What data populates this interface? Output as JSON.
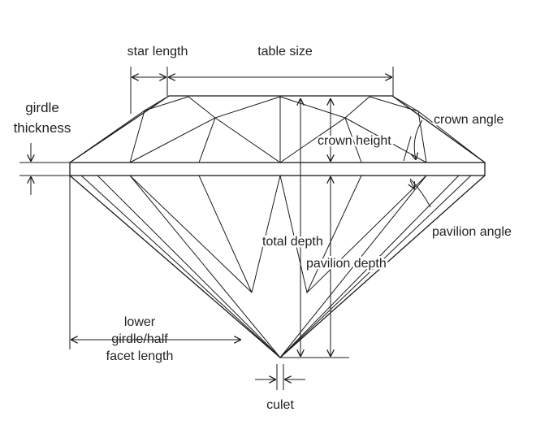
{
  "labels": {
    "star_length": "star length",
    "table_size": "table size",
    "girdle_thickness_1": "girdle",
    "girdle_thickness_2": "thickness",
    "crown_angle": "crown angle",
    "crown_height": "crown height",
    "pavilion_angle": "pavilion angle",
    "total_depth": "total depth",
    "pavilion_depth": "pavilion depth",
    "lower_girdle_1": "lower",
    "lower_girdle_2": "girdle/half",
    "lower_girdle_3": "facet length",
    "culet": "culet"
  },
  "colors": {
    "line": "#1a1a1a",
    "text": "#222222",
    "background": "#ffffff"
  }
}
